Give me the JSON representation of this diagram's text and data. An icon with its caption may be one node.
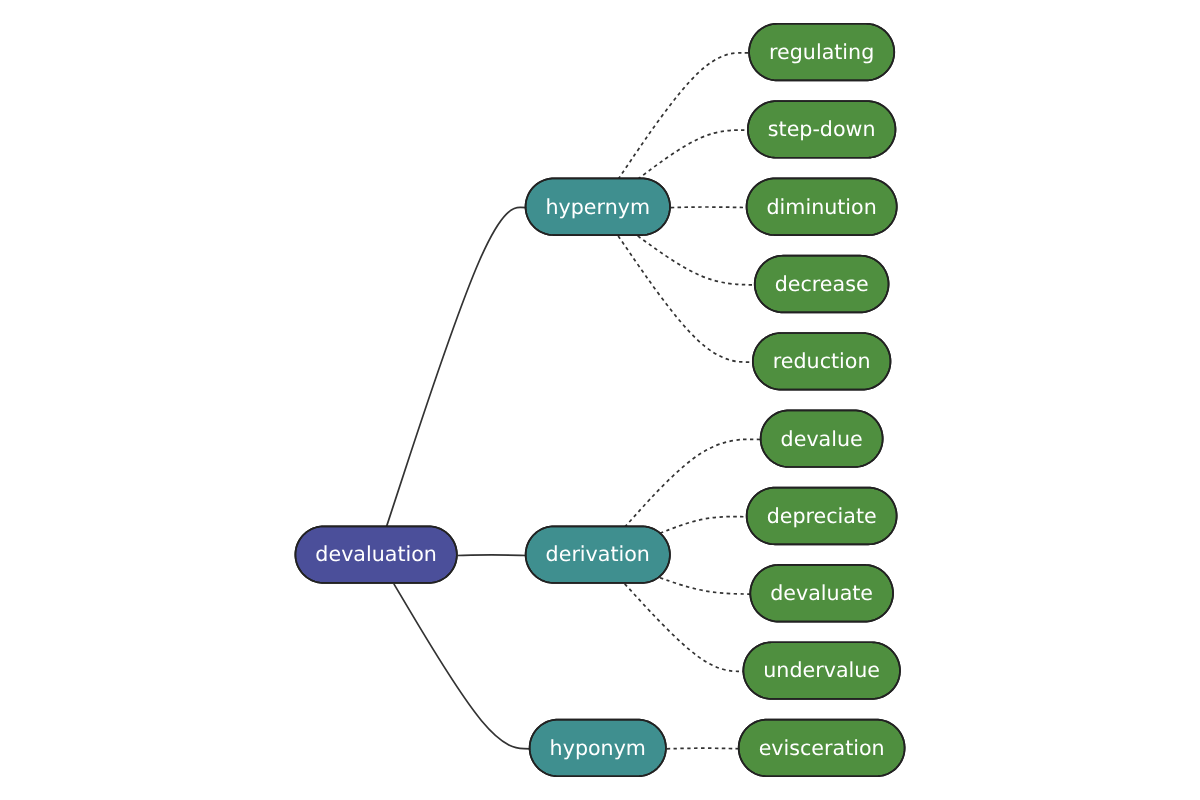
{
  "diagram": {
    "nodes": [
      {
        "text": [
          "devaluation"
        ]
      },
      {
        "text": [
          "hypernym"
        ]
      },
      {
        "text": [
          "regulating"
        ]
      },
      {
        "text": [
          "step-down"
        ]
      },
      {
        "text": [
          "diminution"
        ]
      },
      {
        "text": [
          "decrease"
        ]
      },
      {
        "text": [
          "reduction"
        ]
      },
      {
        "text": [
          "derivation"
        ]
      },
      {
        "text": [
          "devalue"
        ]
      },
      {
        "text": [
          "depreciate"
        ]
      },
      {
        "text": [
          "devaluate"
        ]
      },
      {
        "text": [
          "undervalue"
        ]
      },
      {
        "text": [
          "hyponym"
        ]
      },
      {
        "text": [
          "evisceration"
        ]
      }
    ],
    "edges": [
      {
        "from": 0,
        "to": 1,
        "arrow": "none"
      },
      {
        "from": 0,
        "to": 7,
        "arrow": "none"
      },
      {
        "from": 0,
        "to": 12,
        "arrow": "none"
      },
      {
        "from": 1,
        "to": 2,
        "arrow": "none",
        "style": "dashed"
      },
      {
        "from": 1,
        "to": 3,
        "arrow": "none",
        "style": "dashed"
      },
      {
        "from": 1,
        "to": 4,
        "arrow": "none",
        "style": "dashed"
      },
      {
        "from": 1,
        "to": 5,
        "arrow": "none",
        "style": "dashed"
      },
      {
        "from": 1,
        "to": 6,
        "arrow": "none",
        "style": "dashed"
      },
      {
        "from": 7,
        "to": 8,
        "arrow": "none",
        "style": "dashed"
      },
      {
        "from": 7,
        "to": 9,
        "arrow": "none",
        "style": "dashed"
      },
      {
        "from": 7,
        "to": 10,
        "arrow": "none",
        "style": "dashed"
      },
      {
        "from": 7,
        "to": 11,
        "arrow": "none",
        "style": "dashed"
      },
      {
        "from": 12,
        "to": 13,
        "arrow": "none",
        "style": "dashed"
      }
    ]
  }
}
